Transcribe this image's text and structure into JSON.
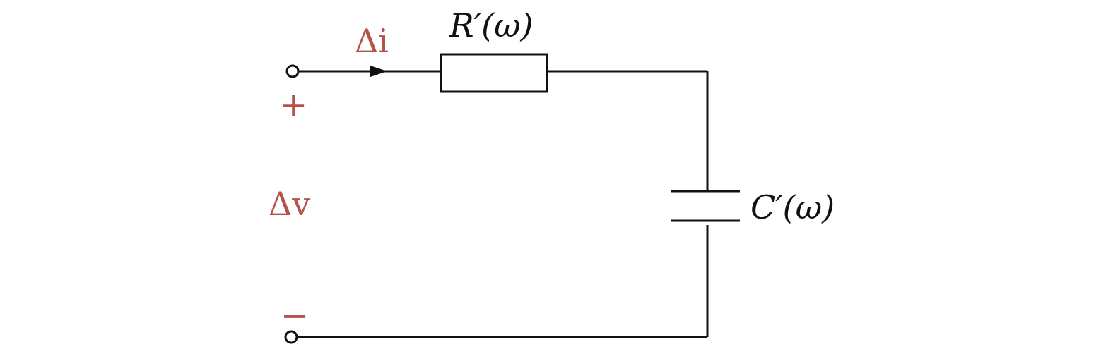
{
  "labels": {
    "current": "Δi",
    "resistor": "R′(ω)",
    "capacitor": "C′(ω)",
    "voltage": "Δv",
    "plus": "+",
    "minus": "−"
  },
  "colors": {
    "wire": "#111111",
    "accent": "#b5524a",
    "background": "#ffffff"
  }
}
